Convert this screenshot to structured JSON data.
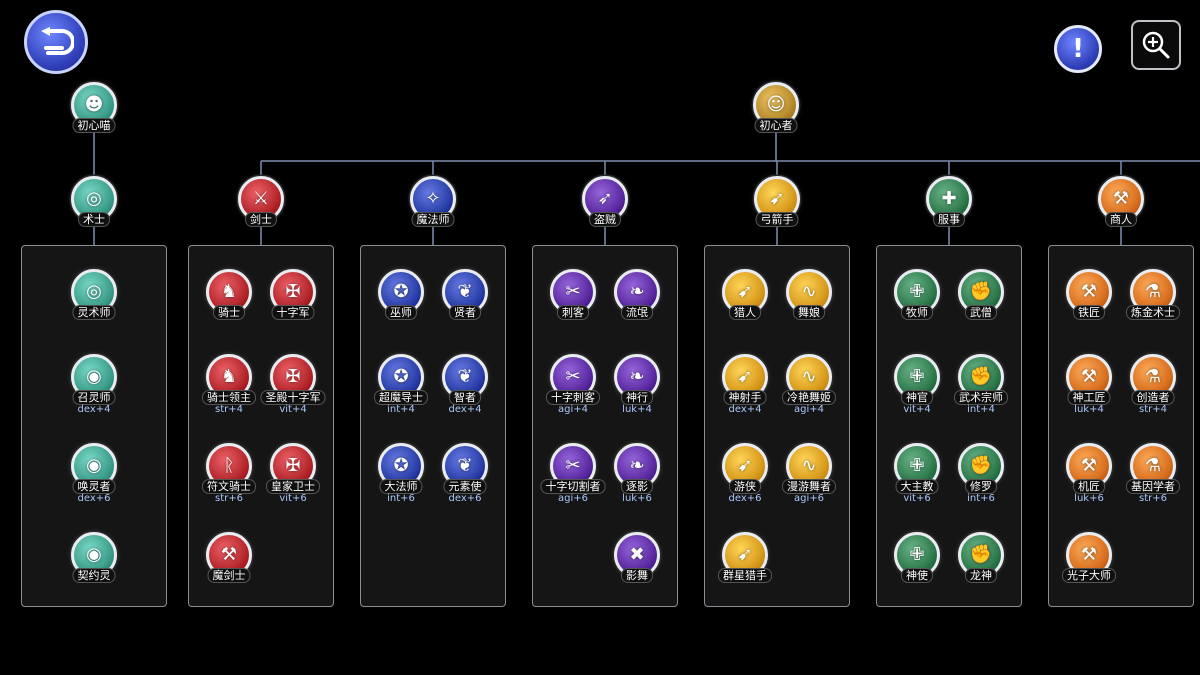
{
  "header": {
    "back_icon": "back-arrow-icon",
    "info_label": "!",
    "zoom_icon": "zoom-in-icon"
  },
  "colors": {
    "line": "#7f8eb0",
    "panel_border": "#8a8f95",
    "doram": "#3d9e8c",
    "swordman": "#b3262c",
    "mage": "#2a3fa8",
    "thief": "#5b2aa0",
    "archer": "#d89a1c",
    "acolyte": "#2e7a4d",
    "merchant": "#d8701f"
  },
  "roots": [
    {
      "id": "doram",
      "label": "初心喵",
      "icon": "cat-icon"
    },
    {
      "id": "novice",
      "label": "初心者",
      "icon": "novice-icon"
    }
  ],
  "branches": [
    {
      "id": "summoner",
      "label": "术士",
      "icon": "spiral-icon",
      "color": "doram",
      "cols": [
        [
          {
            "label": "灵术师",
            "stat": "",
            "icon": "spiral-icon"
          },
          {
            "label": "召灵师",
            "stat": "dex+4",
            "icon": "eye-icon"
          },
          {
            "label": "唤灵者",
            "stat": "dex+6",
            "icon": "eye-icon"
          },
          {
            "label": "契约灵",
            "stat": "",
            "icon": "eye-icon"
          }
        ]
      ]
    },
    {
      "id": "swordman",
      "label": "剑士",
      "icon": "sword-icon",
      "color": "swordman",
      "cols": [
        [
          {
            "label": "骑士",
            "stat": "",
            "icon": "knight-icon"
          },
          {
            "label": "骑士领主",
            "stat": "str+4",
            "icon": "knight-icon"
          },
          {
            "label": "符文骑士",
            "stat": "str+6",
            "icon": "rune-icon"
          },
          {
            "label": "魔剑士",
            "stat": "",
            "icon": "axe-icon"
          }
        ],
        [
          {
            "label": "十字军",
            "stat": "",
            "icon": "cross-shield-icon"
          },
          {
            "label": "圣殿十字军",
            "stat": "vit+4",
            "icon": "cross-shield-icon"
          },
          {
            "label": "皇家卫士",
            "stat": "vit+6",
            "icon": "cross-shield-icon"
          }
        ]
      ]
    },
    {
      "id": "mage",
      "label": "魔法师",
      "icon": "staff-icon",
      "color": "mage",
      "cols": [
        [
          {
            "label": "巫师",
            "stat": "",
            "icon": "wizard-icon"
          },
          {
            "label": "超魔导士",
            "stat": "int+4",
            "icon": "wizard-icon"
          },
          {
            "label": "大法师",
            "stat": "int+6",
            "icon": "wizard-icon"
          }
        ],
        [
          {
            "label": "贤者",
            "stat": "",
            "icon": "book-icon"
          },
          {
            "label": "智者",
            "stat": "dex+4",
            "icon": "book-icon"
          },
          {
            "label": "元素使",
            "stat": "dex+6",
            "icon": "book-icon"
          }
        ]
      ]
    },
    {
      "id": "thief",
      "label": "盗贼",
      "icon": "dagger-icon",
      "color": "thief",
      "cols": [
        [
          {
            "label": "刺客",
            "stat": "",
            "icon": "katar-icon"
          },
          {
            "label": "十字刺客",
            "stat": "agi+4",
            "icon": "katar-icon"
          },
          {
            "label": "十字切割者",
            "stat": "agi+6",
            "icon": "katar-icon"
          }
        ],
        [
          {
            "label": "流氓",
            "stat": "",
            "icon": "feather-icon"
          },
          {
            "label": "神行",
            "stat": "luk+4",
            "icon": "feather-icon"
          },
          {
            "label": "逐影",
            "stat": "luk+6",
            "icon": "feather-icon"
          },
          {
            "label": "影舞",
            "stat": "",
            "icon": "blades-icon"
          }
        ]
      ]
    },
    {
      "id": "archer",
      "label": "弓箭手",
      "icon": "bow-icon",
      "color": "archer",
      "cols": [
        [
          {
            "label": "猎人",
            "stat": "",
            "icon": "bow-icon"
          },
          {
            "label": "神射手",
            "stat": "dex+4",
            "icon": "bow-icon"
          },
          {
            "label": "游侠",
            "stat": "dex+6",
            "icon": "bow-icon"
          },
          {
            "label": "群星猎手",
            "stat": "",
            "icon": "bow-icon"
          }
        ],
        [
          {
            "label": "舞娘",
            "stat": "",
            "icon": "whip-icon"
          },
          {
            "label": "冷艳舞姬",
            "stat": "agi+4",
            "icon": "whip-icon"
          },
          {
            "label": "漫游舞者",
            "stat": "agi+6",
            "icon": "whip-icon"
          }
        ]
      ]
    },
    {
      "id": "acolyte",
      "label": "服事",
      "icon": "cross-icon",
      "color": "acolyte",
      "cols": [
        [
          {
            "label": "牧师",
            "stat": "",
            "icon": "holy-cross-icon"
          },
          {
            "label": "神官",
            "stat": "vit+4",
            "icon": "holy-cross-icon"
          },
          {
            "label": "大主教",
            "stat": "vit+6",
            "icon": "holy-cross-icon"
          },
          {
            "label": "神使",
            "stat": "",
            "icon": "holy-cross-icon"
          }
        ],
        [
          {
            "label": "武僧",
            "stat": "",
            "icon": "fist-icon"
          },
          {
            "label": "武术宗师",
            "stat": "int+4",
            "icon": "fist-icon"
          },
          {
            "label": "修罗",
            "stat": "int+6",
            "icon": "fist-icon"
          },
          {
            "label": "龙神",
            "stat": "",
            "icon": "fist-icon"
          }
        ]
      ]
    },
    {
      "id": "merchant",
      "label": "商人",
      "icon": "hammer-icon",
      "color": "merchant",
      "cols": [
        [
          {
            "label": "铁匠",
            "stat": "",
            "icon": "hammer-icon"
          },
          {
            "label": "神工匠",
            "stat": "luk+4",
            "icon": "hammer-icon"
          },
          {
            "label": "机匠",
            "stat": "luk+6",
            "icon": "hammer-icon"
          },
          {
            "label": "光子大师",
            "stat": "",
            "icon": "hammer-icon"
          }
        ],
        [
          {
            "label": "炼金术士",
            "stat": "",
            "icon": "flask-icon"
          },
          {
            "label": "创造者",
            "stat": "str+4",
            "icon": "flask-icon"
          },
          {
            "label": "基因学者",
            "stat": "str+6",
            "icon": "flask-icon"
          }
        ]
      ]
    }
  ]
}
